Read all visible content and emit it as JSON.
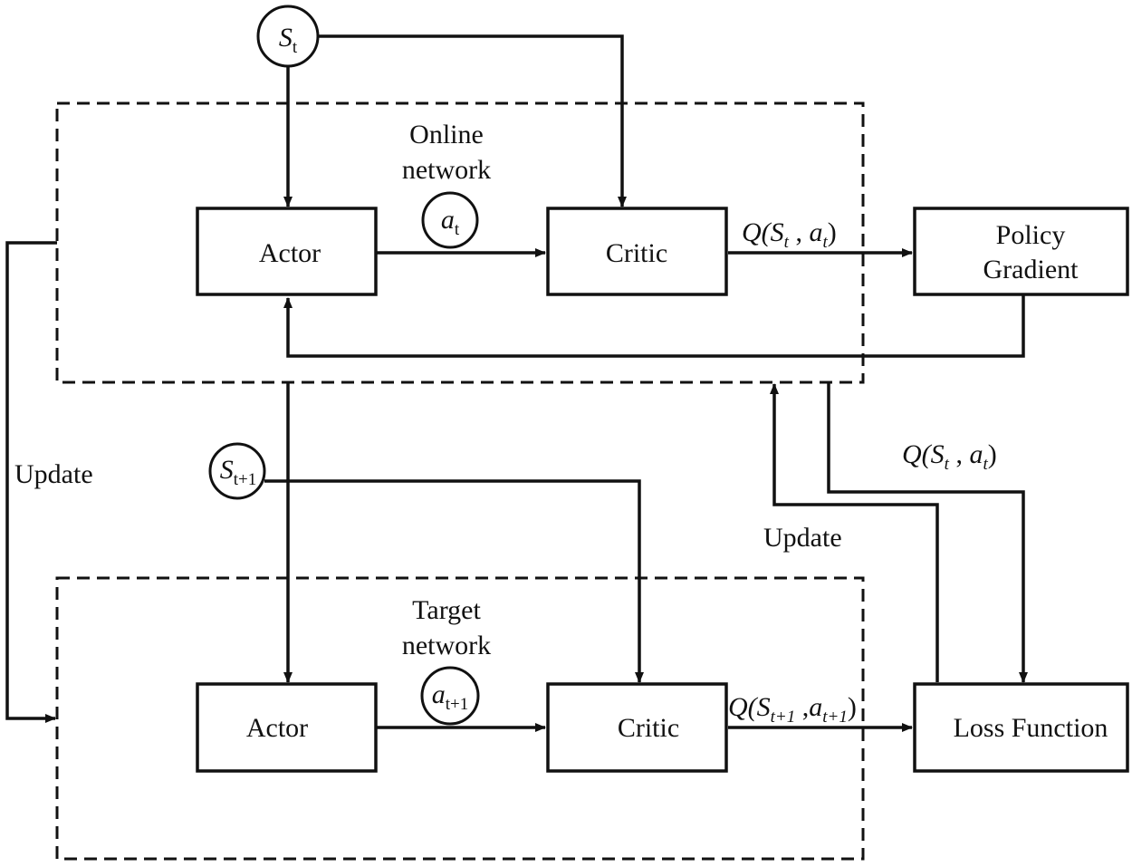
{
  "online": {
    "label_line1": "Online",
    "label_line2": "network",
    "actor": "Actor",
    "critic": "Critic",
    "action_symbol": "a",
    "action_sub": "t"
  },
  "target": {
    "label_line1": "Target",
    "label_line2": "network",
    "actor": "Actor",
    "critic": "Critic",
    "action_symbol": "a",
    "action_sub": "t+1"
  },
  "policy_gradient": {
    "line1": "Policy",
    "line2": "Gradient"
  },
  "loss_function": "Loss Function",
  "state_t": {
    "symbol": "S",
    "sub": "t"
  },
  "state_t1": {
    "symbol": "S",
    "sub": "t+1"
  },
  "q_online": {
    "prefix": "Q(",
    "s": "S",
    "s_sub": "t",
    "sep": " , ",
    "a": "a",
    "a_sub": "t",
    "suffix": ")"
  },
  "q_to_loss": {
    "prefix": "Q(",
    "s": "S",
    "s_sub": "t",
    "sep": " , ",
    "a": "a",
    "a_sub": "t",
    "suffix": ")"
  },
  "q_target": {
    "prefix": "Q(",
    "s": "S",
    "s_sub": "t+1",
    "sep": " ,",
    "a": "a",
    "a_sub": "t+1",
    "suffix": ")"
  },
  "update_left": "Update",
  "update_right": "Update"
}
